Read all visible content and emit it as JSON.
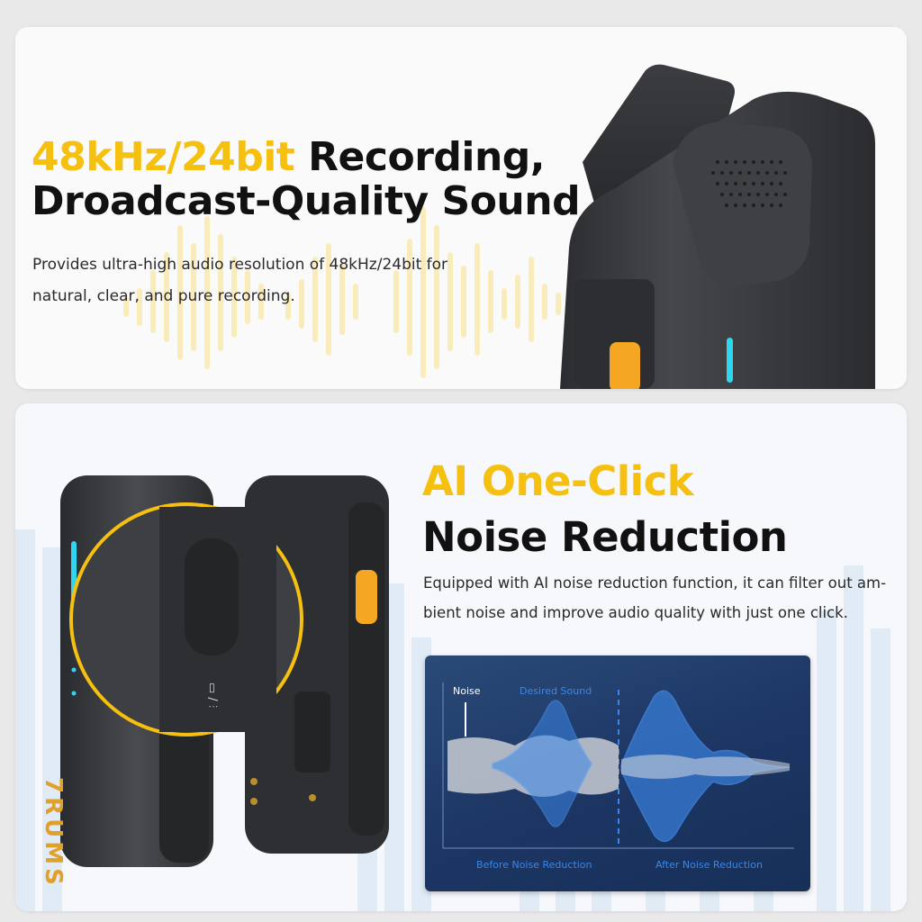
{
  "top_card": {
    "headline_accent": "48kHz/24bit",
    "headline_line1_rest": " Recording,",
    "headline_line2": "Droadcast-Quality Sound",
    "description_line1": "Provides ultra-high audio resolution of 48kHz/24bit for",
    "description_line2": "natural, clear, and pure recording."
  },
  "bottom_card": {
    "headline_line1": "AI One-Click",
    "headline_line2": "Noise Reduction",
    "description_line1": "Equipped with AI noise reduction function, it can filter out am-",
    "description_line2": "bient noise and improve audio quality with just one click.",
    "noise_panel": {
      "noise_label": "Noise",
      "desired_label": "Desired Sound",
      "before_label": "Before Noise Reduction",
      "after_label": "After Noise Reduction"
    }
  },
  "product": {
    "brand_mark": "7RUMS"
  },
  "colors": {
    "accent_yellow": "#f5c010",
    "device_dark": "#3a3b3e",
    "button_orange": "#f5a623",
    "led_cyan": "#2fd6f0",
    "panel_blue": "#1c3563",
    "desired_blue": "#3b86e6"
  }
}
